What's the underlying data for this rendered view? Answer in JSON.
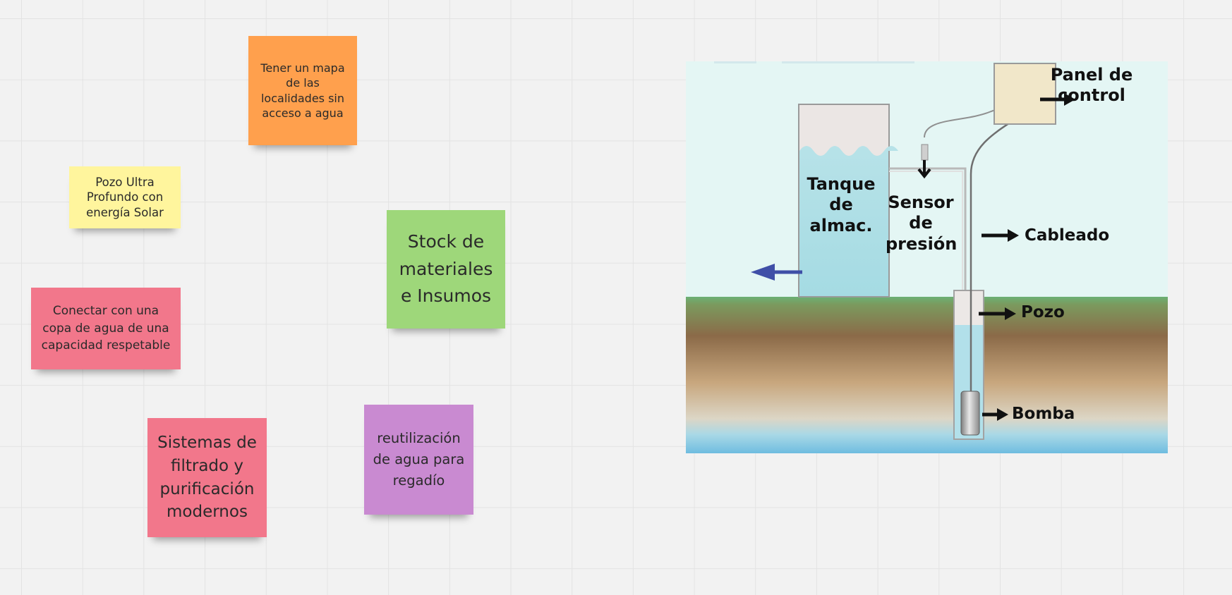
{
  "sticky_notes": {
    "orange": "Tener un mapa de las localidades sin acceso a agua",
    "yellow": "Pozo Ultra Profundo con energía Solar",
    "green": "Stock de materiales e Insumos",
    "red_top": "Conectar con una copa de agua de una capacidad respetable",
    "red_bottom": "Sistemas de filtrado y purificación modernos",
    "purple": "reutilización de agua para regadío"
  },
  "diagram": {
    "panel": "Panel de control",
    "tanque": "Tanque de almac.",
    "sensor": "Sensor de presión",
    "cableado": "Cableado",
    "pozo": "Pozo",
    "bomba": "Bomba"
  },
  "colors": {
    "orange": "#ffa04d",
    "yellow": "#fff59d",
    "green": "#9ed77a",
    "red": "#f2778b",
    "purple": "#c98ad1"
  }
}
